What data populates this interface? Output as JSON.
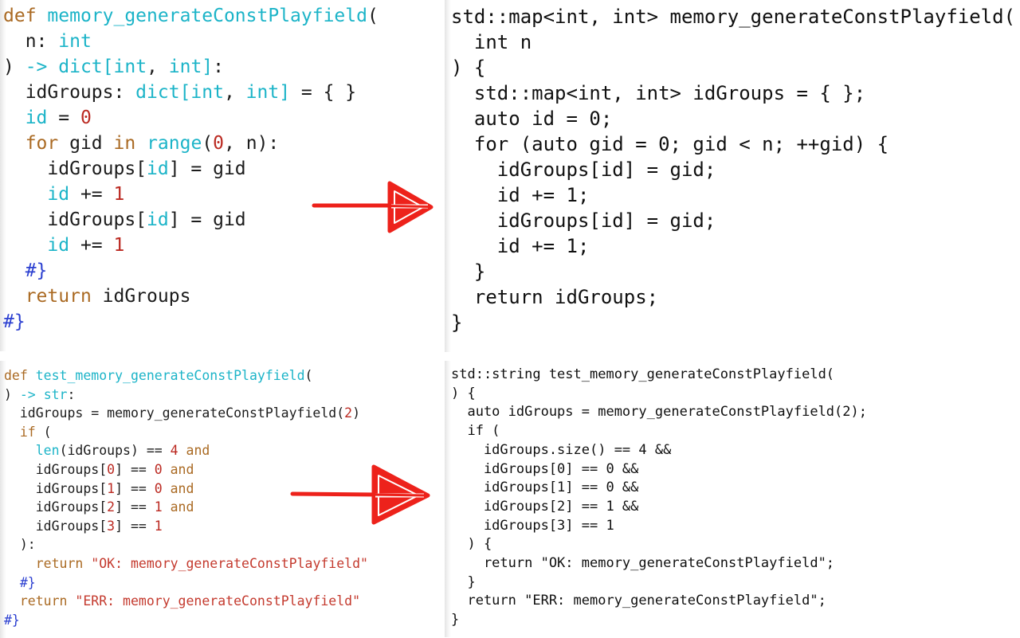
{
  "colors": {
    "keyword": "#aa6a23",
    "builtin_type": "#1cb4c8",
    "number": "#bb2a22",
    "string": "#c43a2e",
    "comment": "#2b3fd0",
    "plain_python": "#1c1c1c",
    "plain_cpp": "#101010",
    "arrow": "#ed221b",
    "panel_edge": "#e5e5e5",
    "background": "#ffffff"
  },
  "arrows": [
    {
      "name": "python-to-cpp-arrow-top",
      "direction": "right"
    },
    {
      "name": "python-to-cpp-arrow-bottom",
      "direction": "right"
    }
  ],
  "panels": {
    "python_top": {
      "language": "python",
      "lines": [
        [
          [
            "k",
            "def"
          ],
          [
            "p",
            " "
          ],
          [
            "b",
            "memory_generateConstPlayfield"
          ],
          [
            "p",
            "("
          ]
        ],
        [
          [
            "p",
            "  n: "
          ],
          [
            "b",
            "int"
          ]
        ],
        [
          [
            "p",
            ") "
          ],
          [
            "b",
            "->"
          ],
          [
            "p",
            " "
          ],
          [
            "b",
            "dict[int"
          ],
          [
            "p",
            ", "
          ],
          [
            "b",
            "int]"
          ],
          [
            "p",
            ":"
          ]
        ],
        [
          [
            "p",
            "  idGroups: "
          ],
          [
            "b",
            "dict[int"
          ],
          [
            "p",
            ", "
          ],
          [
            "b",
            "int]"
          ],
          [
            "p",
            " = { }"
          ]
        ],
        [
          [
            "p",
            "  "
          ],
          [
            "b",
            "id"
          ],
          [
            "p",
            " = "
          ],
          [
            "n",
            "0"
          ]
        ],
        [
          [
            "p",
            "  "
          ],
          [
            "k",
            "for"
          ],
          [
            "p",
            " gid "
          ],
          [
            "k",
            "in"
          ],
          [
            "p",
            " "
          ],
          [
            "b",
            "range"
          ],
          [
            "p",
            "("
          ],
          [
            "n",
            "0"
          ],
          [
            "p",
            ", n):"
          ]
        ],
        [
          [
            "p",
            "    idGroups["
          ],
          [
            "b",
            "id"
          ],
          [
            "p",
            "] = gid"
          ]
        ],
        [
          [
            "p",
            "    "
          ],
          [
            "b",
            "id"
          ],
          [
            "p",
            " += "
          ],
          [
            "n",
            "1"
          ]
        ],
        [
          [
            "p",
            "    idGroups["
          ],
          [
            "b",
            "id"
          ],
          [
            "p",
            "] = gid"
          ]
        ],
        [
          [
            "p",
            "    "
          ],
          [
            "b",
            "id"
          ],
          [
            "p",
            " += "
          ],
          [
            "n",
            "1"
          ]
        ],
        [
          [
            "p",
            "  "
          ],
          [
            "c",
            "#}"
          ]
        ],
        [
          [
            "p",
            "  "
          ],
          [
            "k",
            "return"
          ],
          [
            "p",
            " idGroups"
          ]
        ],
        [
          [
            "c",
            "#}"
          ]
        ]
      ]
    },
    "cpp_top": {
      "language": "cpp",
      "lines": [
        [
          [
            "p",
            "std::map<int, int> memory_generateConstPlayfield("
          ]
        ],
        [
          [
            "p",
            "  int n"
          ]
        ],
        [
          [
            "p",
            ") {"
          ]
        ],
        [
          [
            "p",
            "  std::map<int, int> idGroups = { };"
          ]
        ],
        [
          [
            "p",
            "  auto id = 0;"
          ]
        ],
        [
          [
            "p",
            "  for (auto gid = 0; gid < n; ++gid) {"
          ]
        ],
        [
          [
            "p",
            "    idGroups[id] = gid;"
          ]
        ],
        [
          [
            "p",
            "    id += 1;"
          ]
        ],
        [
          [
            "p",
            "    idGroups[id] = gid;"
          ]
        ],
        [
          [
            "p",
            "    id += 1;"
          ]
        ],
        [
          [
            "p",
            "  }"
          ]
        ],
        [
          [
            "p",
            "  return idGroups;"
          ]
        ],
        [
          [
            "p",
            "}"
          ]
        ]
      ]
    },
    "python_bottom": {
      "language": "python",
      "lines": [
        [
          [
            "k",
            "def"
          ],
          [
            "p",
            " "
          ],
          [
            "b",
            "test_memory_generateConstPlayfield"
          ],
          [
            "p",
            "("
          ]
        ],
        [
          [
            "p",
            ") "
          ],
          [
            "b",
            "->"
          ],
          [
            "p",
            " "
          ],
          [
            "b",
            "str"
          ],
          [
            "p",
            ":"
          ]
        ],
        [
          [
            "p",
            "  idGroups = memory_generateConstPlayfield("
          ],
          [
            "n",
            "2"
          ],
          [
            "p",
            ")"
          ]
        ],
        [
          [
            "p",
            "  "
          ],
          [
            "k",
            "if"
          ],
          [
            "p",
            " ("
          ]
        ],
        [
          [
            "p",
            "    "
          ],
          [
            "b",
            "len"
          ],
          [
            "p",
            "(idGroups) == "
          ],
          [
            "n",
            "4"
          ],
          [
            "p",
            " "
          ],
          [
            "k",
            "and"
          ]
        ],
        [
          [
            "p",
            "    idGroups["
          ],
          [
            "n",
            "0"
          ],
          [
            "p",
            "] == "
          ],
          [
            "n",
            "0"
          ],
          [
            "p",
            " "
          ],
          [
            "k",
            "and"
          ]
        ],
        [
          [
            "p",
            "    idGroups["
          ],
          [
            "n",
            "1"
          ],
          [
            "p",
            "] == "
          ],
          [
            "n",
            "0"
          ],
          [
            "p",
            " "
          ],
          [
            "k",
            "and"
          ]
        ],
        [
          [
            "p",
            "    idGroups["
          ],
          [
            "n",
            "2"
          ],
          [
            "p",
            "] == "
          ],
          [
            "n",
            "1"
          ],
          [
            "p",
            " "
          ],
          [
            "k",
            "and"
          ]
        ],
        [
          [
            "p",
            "    idGroups["
          ],
          [
            "n",
            "3"
          ],
          [
            "p",
            "] == "
          ],
          [
            "n",
            "1"
          ]
        ],
        [
          [
            "p",
            "  ):"
          ]
        ],
        [
          [
            "p",
            "    "
          ],
          [
            "k",
            "return"
          ],
          [
            "p",
            " "
          ],
          [
            "s",
            "\"OK: memory_generateConstPlayfield\""
          ]
        ],
        [
          [
            "p",
            "  "
          ],
          [
            "c",
            "#}"
          ]
        ],
        [
          [
            "p",
            "  "
          ],
          [
            "k",
            "return"
          ],
          [
            "p",
            " "
          ],
          [
            "s",
            "\"ERR: memory_generateConstPlayfield\""
          ]
        ],
        [
          [
            "c",
            "#}"
          ]
        ]
      ]
    },
    "cpp_bottom": {
      "language": "cpp",
      "lines": [
        [
          [
            "p",
            "std::string test_memory_generateConstPlayfield("
          ]
        ],
        [
          [
            "p",
            ") {"
          ]
        ],
        [
          [
            "p",
            "  auto idGroups = memory_generateConstPlayfield(2);"
          ]
        ],
        [
          [
            "p",
            "  if ("
          ]
        ],
        [
          [
            "p",
            "    idGroups.size() == 4 &&"
          ]
        ],
        [
          [
            "p",
            "    idGroups[0] == 0 &&"
          ]
        ],
        [
          [
            "p",
            "    idGroups[1] == 0 &&"
          ]
        ],
        [
          [
            "p",
            "    idGroups[2] == 1 &&"
          ]
        ],
        [
          [
            "p",
            "    idGroups[3] == 1"
          ]
        ],
        [
          [
            "p",
            "  ) {"
          ]
        ],
        [
          [
            "p",
            "    return \"OK: memory_generateConstPlayfield\";"
          ]
        ],
        [
          [
            "p",
            "  }"
          ]
        ],
        [
          [
            "p",
            "  return \"ERR: memory_generateConstPlayfield\";"
          ]
        ],
        [
          [
            "p",
            "}"
          ]
        ]
      ]
    }
  }
}
